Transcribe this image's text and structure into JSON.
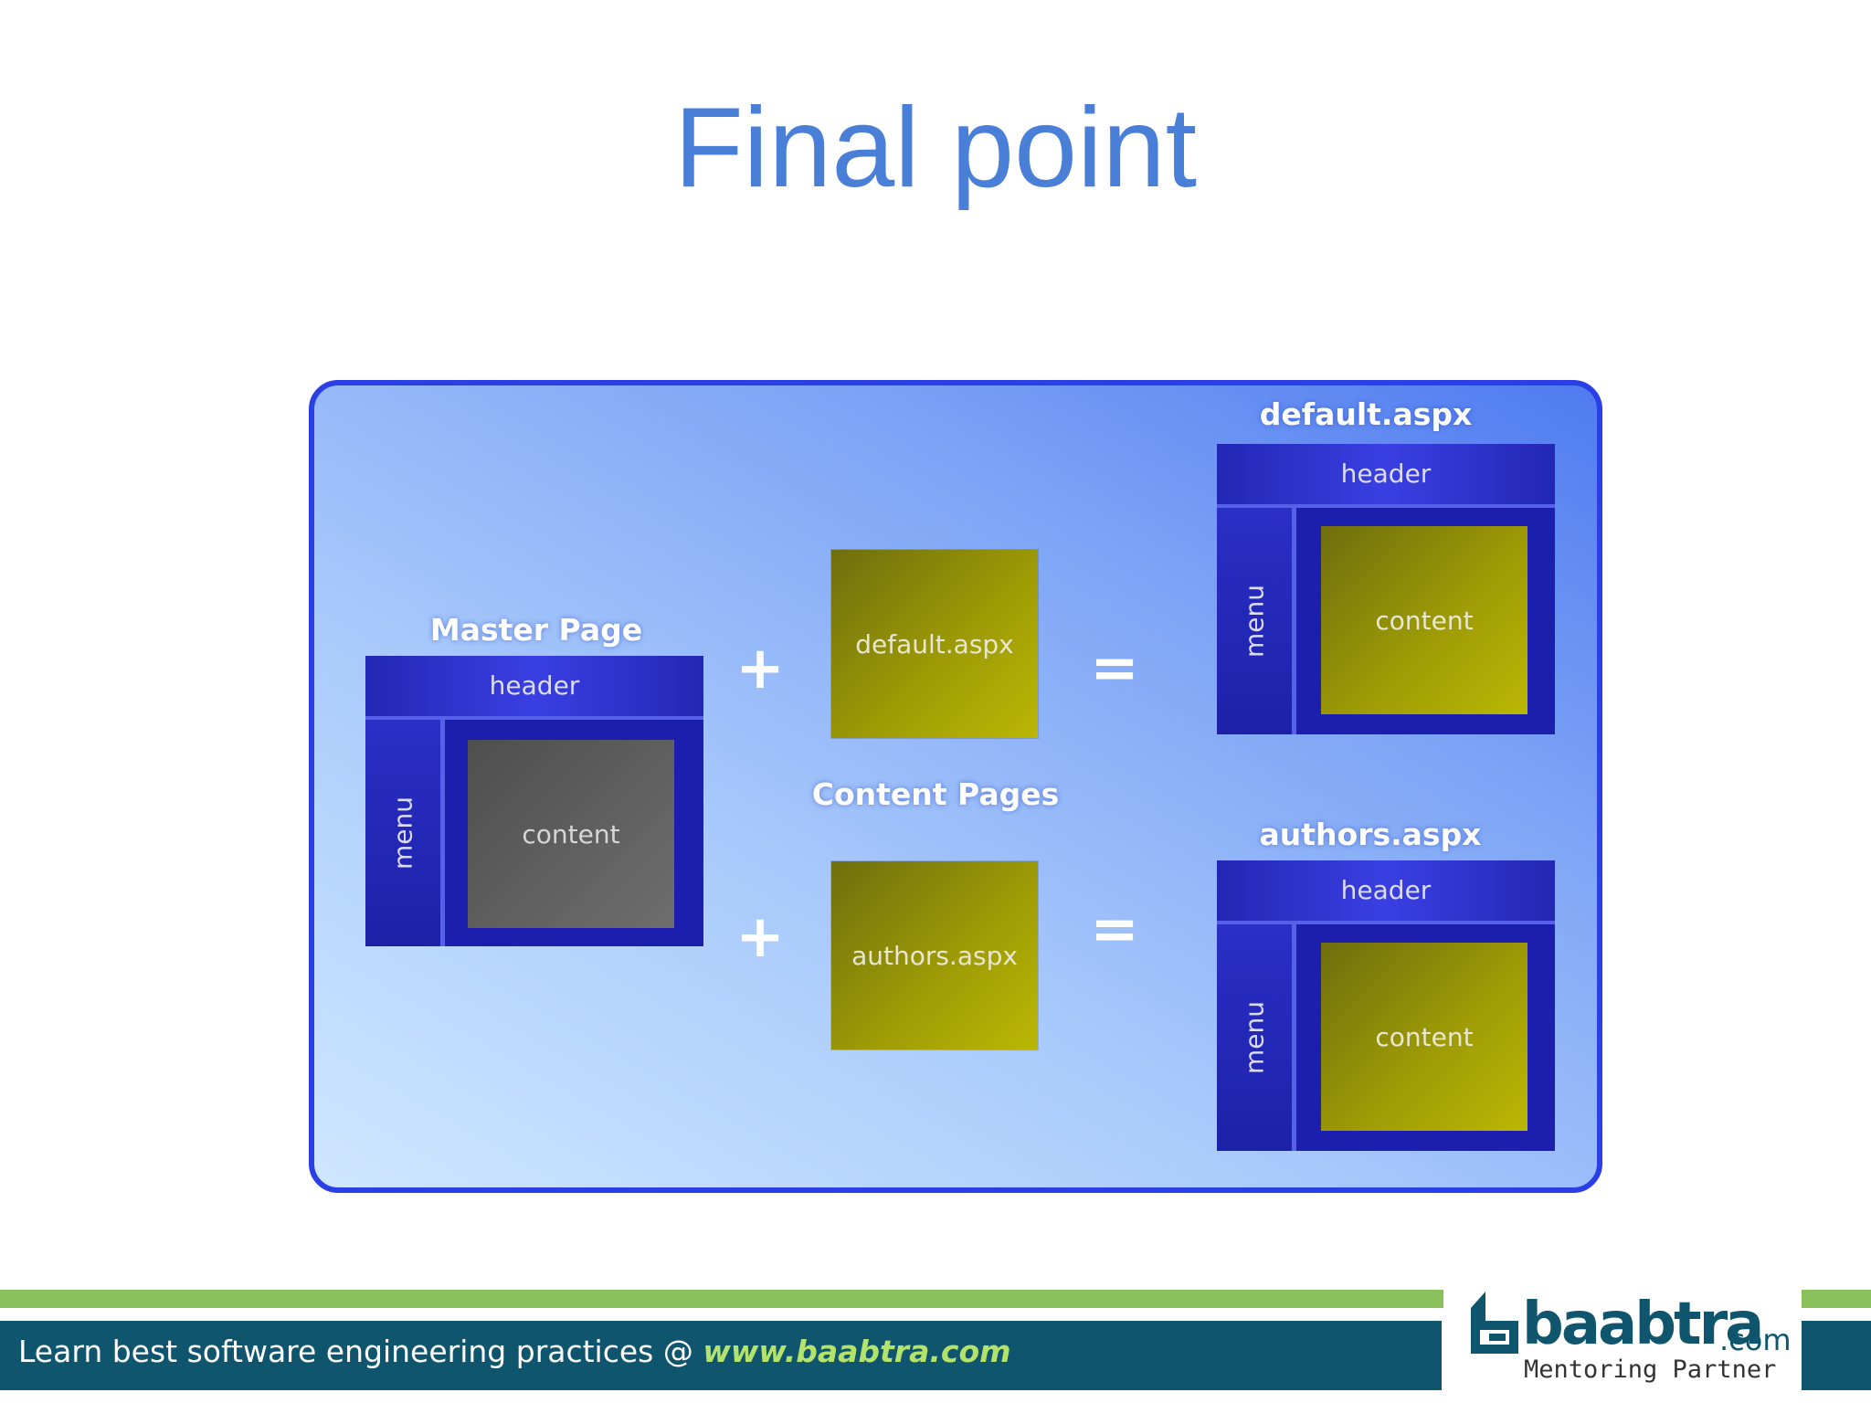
{
  "slide": {
    "title": "Final point"
  },
  "diagram": {
    "master": {
      "caption": "Master Page",
      "header": "header",
      "menu": "menu",
      "content": "content"
    },
    "content_pages": {
      "caption": "Content Pages",
      "default_label": "default.aspx",
      "authors_label": "authors.aspx"
    },
    "operators": {
      "plus": "+",
      "equals": "="
    },
    "results": [
      {
        "caption": "default.aspx",
        "header": "header",
        "menu": "menu",
        "content": "content"
      },
      {
        "caption": "authors.aspx",
        "header": "header",
        "menu": "menu",
        "content": "content"
      }
    ]
  },
  "footer": {
    "text": "Learn best software engineering practices @ ",
    "link": "www.baabtra.com",
    "logo_word": "baabtra",
    "logo_tld": ".com",
    "logo_tagline": "Mentoring Partner"
  },
  "colors": {
    "title": "#4a7fd8",
    "diagram_border": "#2a3fe6",
    "page_frame": "#1c1fae",
    "master_content": "#5e5e5e",
    "page_content": "#9d9a06",
    "footer_bar": "#0f556d",
    "footer_accent": "#8bc15c",
    "footer_link": "#b4e36c"
  },
  "icons": {
    "logo": "baabtra-logo-icon"
  }
}
